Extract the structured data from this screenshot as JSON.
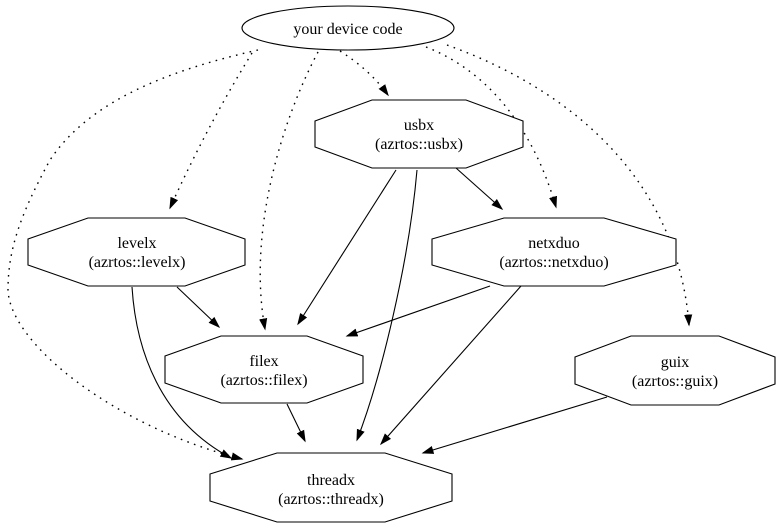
{
  "diagram": {
    "kind": "dependency-graph",
    "background_color": "#ffffff",
    "stroke_color": "#000000",
    "nodes": [
      {
        "id": "device-code",
        "label": "your device code",
        "shape": "ellipse"
      },
      {
        "id": "usbx",
        "label": "usbx",
        "sublabel": "(azrtos::usbx)",
        "shape": "octagon"
      },
      {
        "id": "levelx",
        "label": "levelx",
        "sublabel": "(azrtos::levelx)",
        "shape": "octagon"
      },
      {
        "id": "netxduo",
        "label": "netxduo",
        "sublabel": "(azrtos::netxduo)",
        "shape": "octagon"
      },
      {
        "id": "filex",
        "label": "filex",
        "sublabel": "(azrtos::filex)",
        "shape": "octagon"
      },
      {
        "id": "guix",
        "label": "guix",
        "sublabel": "(azrtos::guix)",
        "shape": "octagon"
      },
      {
        "id": "threadx",
        "label": "threadx",
        "sublabel": "(azrtos::threadx)",
        "shape": "octagon"
      }
    ],
    "edges": [
      {
        "from": "device-code",
        "to": "usbx",
        "style": "dotted"
      },
      {
        "from": "device-code",
        "to": "levelx",
        "style": "dotted"
      },
      {
        "from": "device-code",
        "to": "filex",
        "style": "dotted"
      },
      {
        "from": "device-code",
        "to": "netxduo",
        "style": "dotted"
      },
      {
        "from": "device-code",
        "to": "guix",
        "style": "dotted"
      },
      {
        "from": "device-code",
        "to": "threadx",
        "style": "dotted"
      },
      {
        "from": "usbx",
        "to": "netxduo",
        "style": "solid"
      },
      {
        "from": "usbx",
        "to": "filex",
        "style": "solid"
      },
      {
        "from": "usbx",
        "to": "threadx",
        "style": "solid"
      },
      {
        "from": "levelx",
        "to": "filex",
        "style": "solid"
      },
      {
        "from": "levelx",
        "to": "threadx",
        "style": "solid"
      },
      {
        "from": "netxduo",
        "to": "filex",
        "style": "solid"
      },
      {
        "from": "netxduo",
        "to": "threadx",
        "style": "solid"
      },
      {
        "from": "filex",
        "to": "threadx",
        "style": "solid"
      },
      {
        "from": "guix",
        "to": "threadx",
        "style": "solid"
      }
    ]
  }
}
